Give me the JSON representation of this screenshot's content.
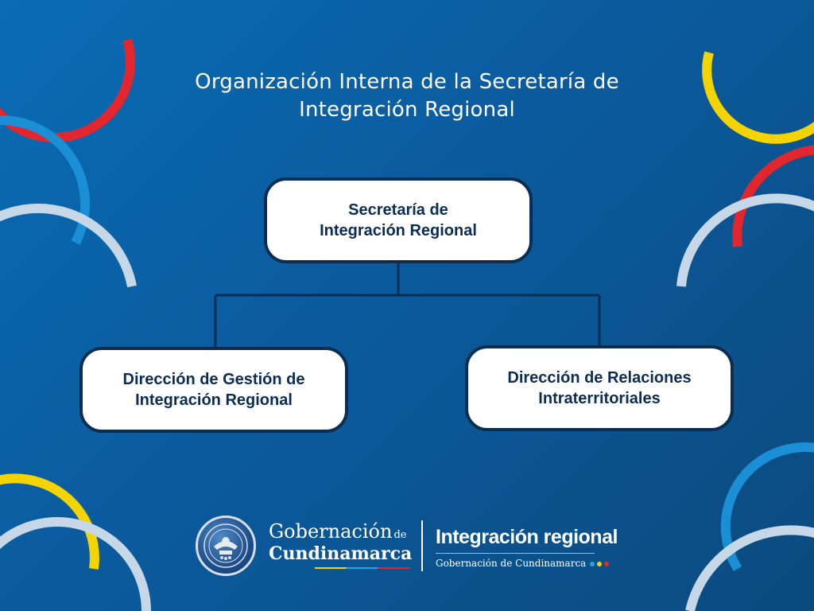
{
  "title": {
    "line1": "Organización Interna de la Secretaría de",
    "line2": "Integración Regional"
  },
  "org_chart": {
    "root": {
      "line1": "Secretaría de",
      "line2": "Integración Regional"
    },
    "children": [
      {
        "line1": "Dirección de Gestión de",
        "line2": "Integración Regional"
      },
      {
        "line1": "Dirección de Relaciones",
        "line2": "Intraterritoriales"
      }
    ]
  },
  "footer": {
    "gobernacion": "Gobernación",
    "de": "de",
    "cundinamarca": "Cundinamarca",
    "integracion_title": "Integración regional",
    "integracion_subtitle": "Gobernación de Cundinamarca"
  },
  "colors": {
    "background": "#0b5b9e",
    "node_border": "#0b2d52",
    "node_text": "#0b2d55",
    "accent_red": "#e2262e",
    "accent_yellow": "#f3d400",
    "accent_blue": "#1b8fd6",
    "accent_light": "#c6d8e8"
  },
  "icons": {
    "seal": "cundinamarca-coat-of-arms-seal"
  }
}
